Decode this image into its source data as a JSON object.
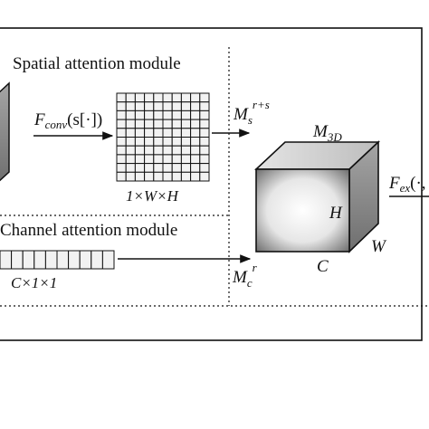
{
  "labels": {
    "spatial_module": "Spatial attention module",
    "channel_module": "Channel attention module",
    "f_conv_main": "F",
    "f_conv_sub": "conv",
    "f_conv_arg": "(s[·])",
    "grid_dims": "1×W×H",
    "ms_main": "M",
    "ms_sub": "s",
    "ms_sup": "r+s",
    "mc_main": "M",
    "mc_sub": "c",
    "mc_sup": "r",
    "m3d_main": "M",
    "m3d_sub": "3D",
    "cube_h": "H",
    "cube_w": "W",
    "cube_c": "C",
    "vector_dims": "C×1×1",
    "fex_main": "F",
    "fex_sub": "ex",
    "fex_arg": "(·,"
  },
  "grid": {
    "rows": 10,
    "cols": 10
  },
  "vector": {
    "cells": 10
  },
  "colors": {
    "line": "#111111",
    "grid_fill": "#f2f2f2",
    "cube_front_center": "#ffffff",
    "cube_front_edge": "#7a7a7a",
    "cube_top": "#cfcfcf",
    "cube_side": "#8a8a8a"
  }
}
